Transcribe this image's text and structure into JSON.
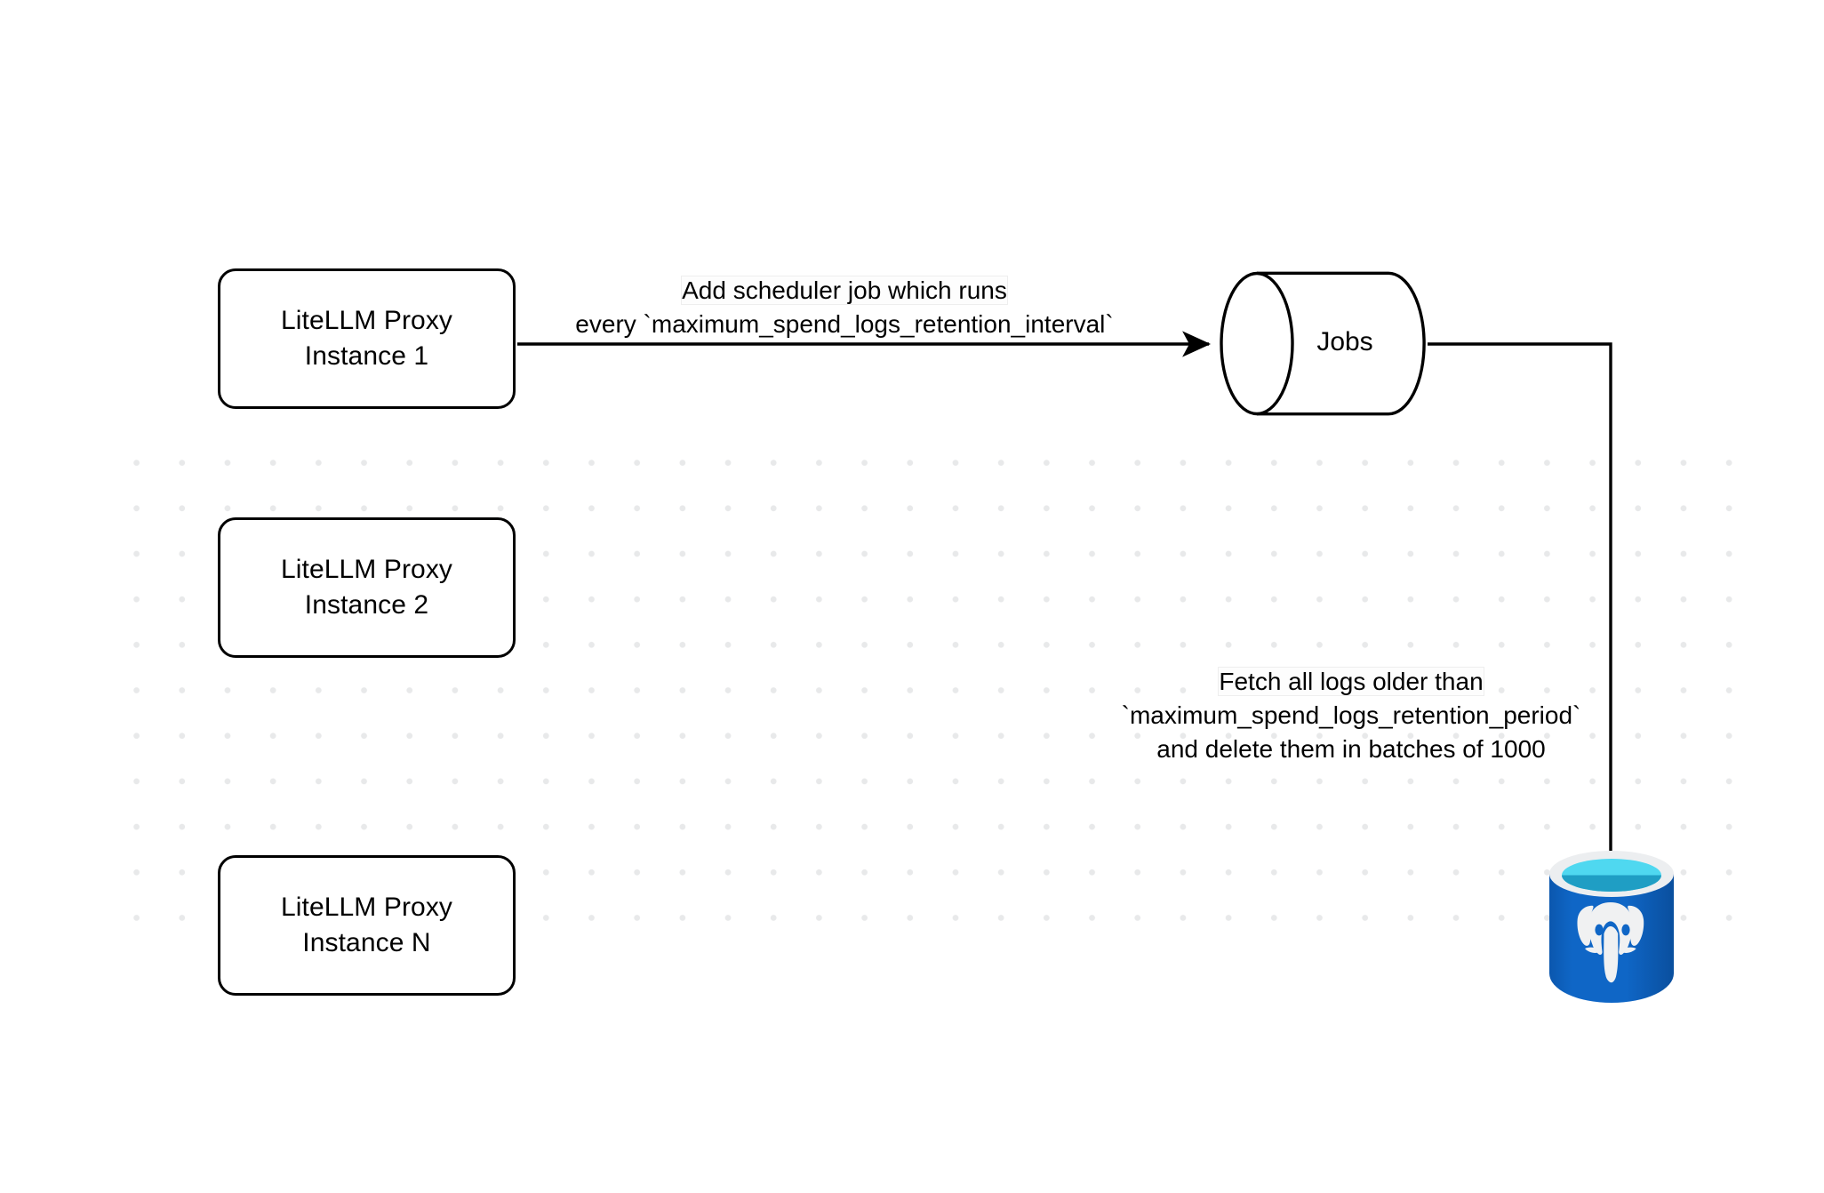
{
  "diagram": {
    "title": "LiteLLM spend logs retention scheduler flow",
    "background": {
      "color": "#ffffff",
      "grid": "dot-grid",
      "grid_color": "#e8e9ea"
    },
    "nodes": [
      {
        "id": "instance-1",
        "type": "rounded-rect",
        "line_1": "LiteLLM Proxy",
        "line_2": "Instance 1"
      },
      {
        "id": "instance-2",
        "type": "rounded-rect",
        "line_1": "LiteLLM Proxy",
        "line_2": "Instance 2"
      },
      {
        "id": "instance-n",
        "type": "rounded-rect",
        "line_1": "LiteLLM Proxy",
        "line_2": "Instance N"
      },
      {
        "id": "jobs",
        "type": "cylinder",
        "label": "Jobs"
      },
      {
        "id": "postgres",
        "type": "database-icon",
        "icon": "postgresql-elephant-icon",
        "colors": {
          "body": "#0f62c0",
          "body_dark": "#0b4ea0",
          "rim": "#eceef0",
          "top_cyan": "#4fd8f0",
          "top_inner": "#1f9ec4",
          "elephant": "#f0f1f2"
        }
      }
    ],
    "edges": [
      {
        "id": "scheduler-edge",
        "from": "instance-1",
        "to": "jobs",
        "arrow": "filled-triangle",
        "label_lines": [
          "Add scheduler job which runs",
          "every `maximum_spend_logs_retention_interval`"
        ]
      },
      {
        "id": "fetch-delete-edge",
        "from": "jobs",
        "to": "postgres",
        "arrow": "filled-triangle",
        "label_lines": [
          "Fetch all logs older than",
          "`maximum_spend_logs_retention_period`",
          "and delete them in batches of 1000"
        ]
      }
    ],
    "stroke_color": "#000000"
  }
}
